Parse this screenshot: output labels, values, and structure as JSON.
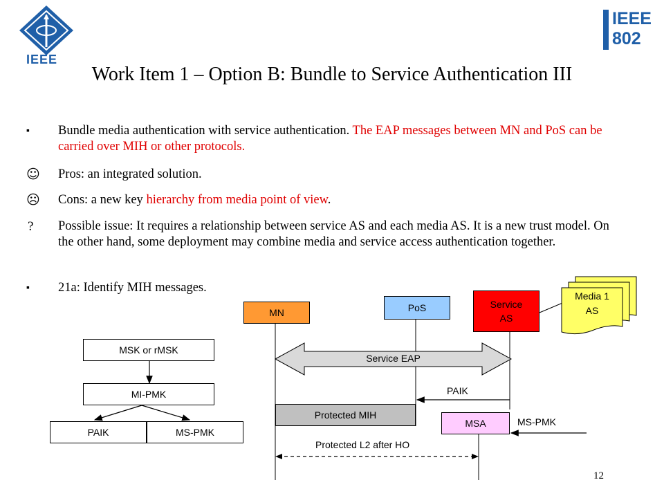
{
  "logos": {
    "ieee_left_text": "IEEE",
    "ieee802_line1": "IEEE",
    "ieee802_line2": "802"
  },
  "title": "Work Item 1 – Option B: Bundle to Service Authentication III",
  "bullets": [
    {
      "mark": "▪",
      "text_black": "Bundle media authentication with service authentication. ",
      "text_red": "The EAP messages between MN and PoS can be carried over MIH or other protocols.",
      "text_after": ""
    },
    {
      "mark": "☺",
      "text_black": "Pros: an integrated solution.",
      "text_red": "",
      "text_after": ""
    },
    {
      "mark": "☹",
      "text_black": "Cons: a new key ",
      "text_red": "hierarchy from media point of view",
      "text_after": "."
    },
    {
      "mark": "?",
      "text_black": "Possible issue: It requires a relationship between service AS and each media AS. It is a new trust model. On the other hand, some deployment may combine media and service access authentication together.",
      "text_red": "",
      "text_after": ""
    },
    {
      "mark": "▪",
      "text_black": "21a: Identify MIH messages.",
      "text_red": "",
      "text_after": ""
    }
  ],
  "hierarchy": {
    "root": "MSK or rMSK",
    "mid": "MI-PMK",
    "leaf_left": "PAIK",
    "leaf_right": "MS-PMK"
  },
  "sequence": {
    "mn": "MN",
    "pos": "PoS",
    "service_as_line1": "Service",
    "service_as_line2": "AS",
    "media_as_line1": "Media 1",
    "media_as_line2": "AS",
    "service_eap": "Service EAP",
    "paik": "PAIK",
    "protected_mih": "Protected MIH",
    "msa": "MSA",
    "ms_pmk": "MS-PMK",
    "protected_l2": "Protected L2 after HO"
  },
  "colors": {
    "mn": "#ff9933",
    "pos": "#99ccff",
    "service_as": "#ff0000",
    "media_as": "#ffff66",
    "eap_arrow": "#d9d9d9",
    "protected_mih": "#c0c0c0",
    "msa": "#ffccff",
    "red_text": "#e00000",
    "logo_blue": "#1f5fa8"
  },
  "page_number": "12"
}
